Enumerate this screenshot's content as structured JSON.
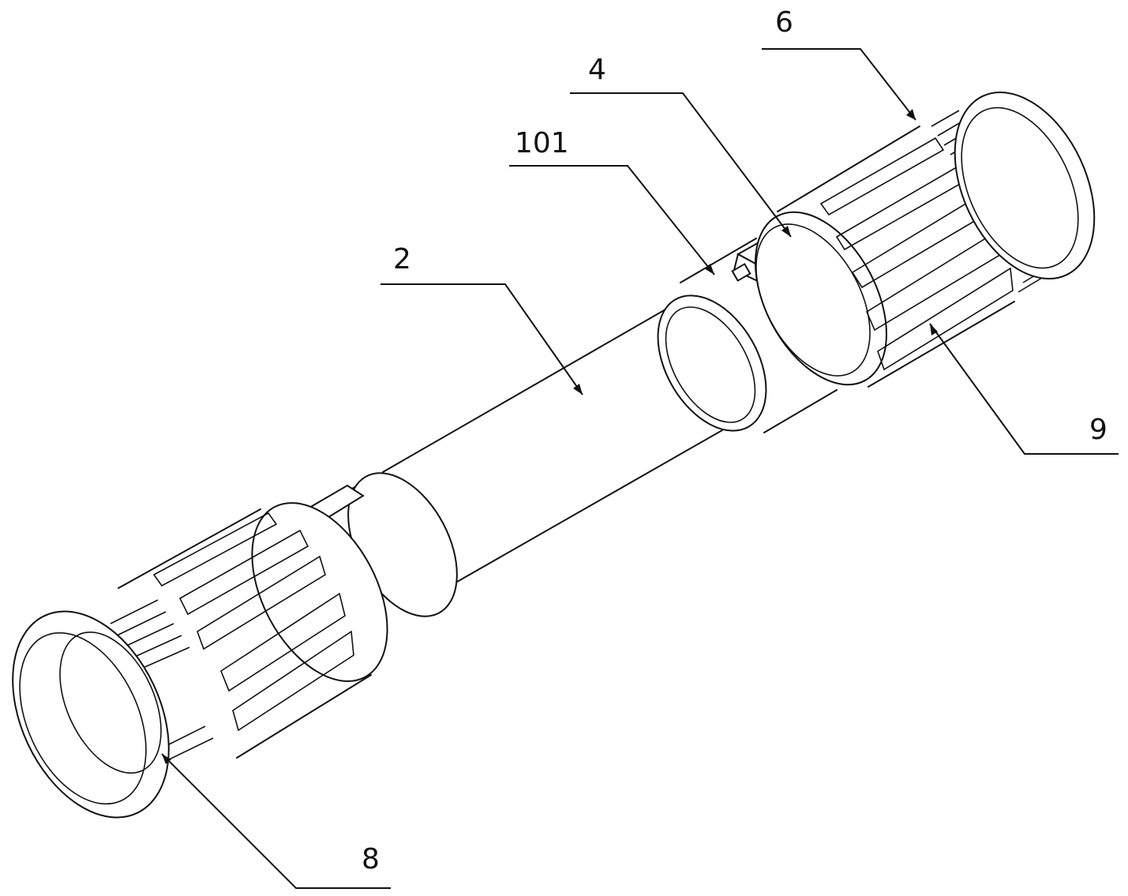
{
  "labels": {
    "l2": "2",
    "l4": "4",
    "l6": "6",
    "l8": "8",
    "l9": "9",
    "l101": "101"
  }
}
